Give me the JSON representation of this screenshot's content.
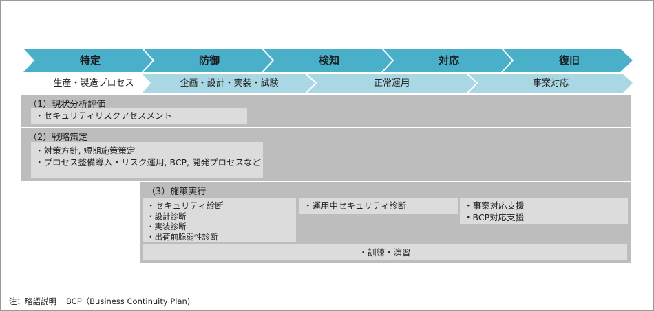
{
  "phases": [
    {
      "label": "特定"
    },
    {
      "label": "防御"
    },
    {
      "label": "検知"
    },
    {
      "label": "対応"
    },
    {
      "label": "復旧"
    }
  ],
  "flow": [
    {
      "label": "生産・製造プロセス"
    },
    {
      "label": "企画・設計・実装・試験"
    },
    {
      "label": "正常運用"
    },
    {
      "label": "事案対応"
    }
  ],
  "panels": {
    "current": {
      "title": "（1）現状分析評価",
      "items": [
        "・セキュリティリスクアセスメント"
      ]
    },
    "strategy": {
      "title": "（2）戦略策定",
      "items": [
        "・対策方針, 短期施策策定",
        "・プロセス整備導入・リスク運用, BCP, 開発プロセスなど"
      ]
    },
    "execution": {
      "title": "（3）施策実行",
      "diagnosis": {
        "head": "・セキュリティ診断",
        "subs": [
          "・設計診断",
          "・実装診断",
          "・出荷前脆弱性診断"
        ]
      },
      "operation": "・運用中セキュリティ診断",
      "incident": [
        "・事案対応支援",
        "・BCP対応支援"
      ],
      "training": "・訓練・演習"
    }
  },
  "note": {
    "prefix": "注：略語説明",
    "text": "BCP（Business Continuity Plan)"
  },
  "colors": {
    "phase_arrow": "#4aafc9",
    "flow_arrow": "#a9d7e4",
    "panel": "#bdbdbd",
    "box": "#dcdcdc"
  }
}
